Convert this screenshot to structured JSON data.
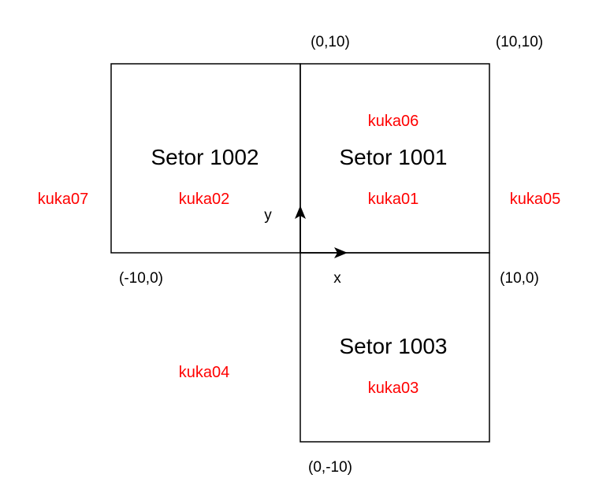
{
  "colors": {
    "line": "#000000",
    "robot": "#ff0000",
    "background": "#ffffff"
  },
  "sectors": [
    {
      "id": "s1001",
      "label": "Setor 1001"
    },
    {
      "id": "s1002",
      "label": "Setor 1002"
    },
    {
      "id": "s1003",
      "label": "Setor 1003"
    }
  ],
  "robots": [
    {
      "id": "r01",
      "label": "kuka01"
    },
    {
      "id": "r02",
      "label": "kuka02"
    },
    {
      "id": "r03",
      "label": "kuka03"
    },
    {
      "id": "r04",
      "label": "kuka04"
    },
    {
      "id": "r05",
      "label": "kuka05"
    },
    {
      "id": "r06",
      "label": "kuka06"
    },
    {
      "id": "r07",
      "label": "kuka07"
    }
  ],
  "coordinates": {
    "top_center": "(0,10)",
    "top_right": "(10,10)",
    "left_middle": "(-10,0)",
    "right_middle": "(10,0)",
    "bottom_center": "(0,-10)"
  },
  "axes": {
    "x_label": "x",
    "y_label": "y"
  }
}
